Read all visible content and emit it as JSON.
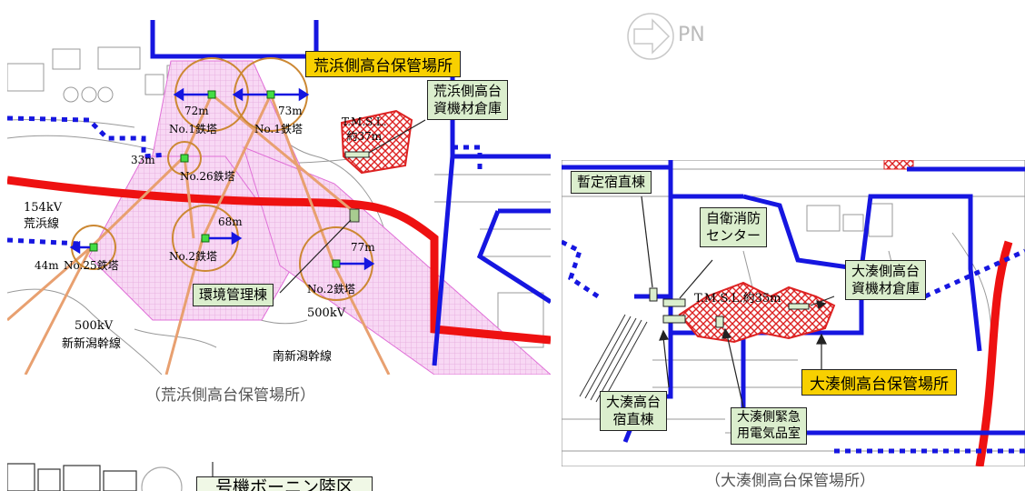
{
  "left_map": {
    "title_label": "荒浜側高台保管場所",
    "warehouse_label": "荒浜側高台\n資機材倉庫",
    "tmsl_label": "T.M.S.L.\n約37m",
    "env_building": "環境管理棟",
    "towers": [
      {
        "name": "No.1鉄塔",
        "distance": "72m"
      },
      {
        "name": "No.1鉄塔",
        "distance": "73m"
      },
      {
        "name": "No.26鉄塔",
        "distance": "33m"
      },
      {
        "name": "No.2鉄塔",
        "distance": "68m"
      },
      {
        "name": "No.2鉄塔",
        "distance": "77m"
      },
      {
        "name": "No.25鉄塔",
        "distance": "44m"
      }
    ],
    "lines": [
      {
        "voltage": "154kV",
        "name": "荒浜線"
      },
      {
        "voltage": "500kV",
        "name": "新新潟幹線"
      },
      {
        "voltage": "500kV",
        "name": "南新潟幹線"
      }
    ],
    "caption": "（荒浜側高台保管場所）"
  },
  "north": {
    "label": "PN"
  },
  "right_map": {
    "title_label": "大湊側高台保管場所",
    "tmsl_label": "T.M.S.L.約35m",
    "buildings": {
      "interim_duty": "暫定宿直棟",
      "fire_center": "自衛消防\nセンター",
      "warehouse": "大湊側高台\n資機材倉庫",
      "duty_building": "大湊高台\n宿直棟",
      "electrical_room": "大湊側緊急\n用電気品室"
    },
    "caption": "（大湊側高台保管場所）"
  },
  "bottom_map": {
    "title_label": "号機ボーニン陸区"
  },
  "colors": {
    "road_blue": "#1616e0",
    "power_red": "#ee1111",
    "tower_circle": "#cc8833",
    "label_green": "#dbeecd",
    "label_yellow": "#f8d000",
    "hatch_red": "#dd2222"
  }
}
